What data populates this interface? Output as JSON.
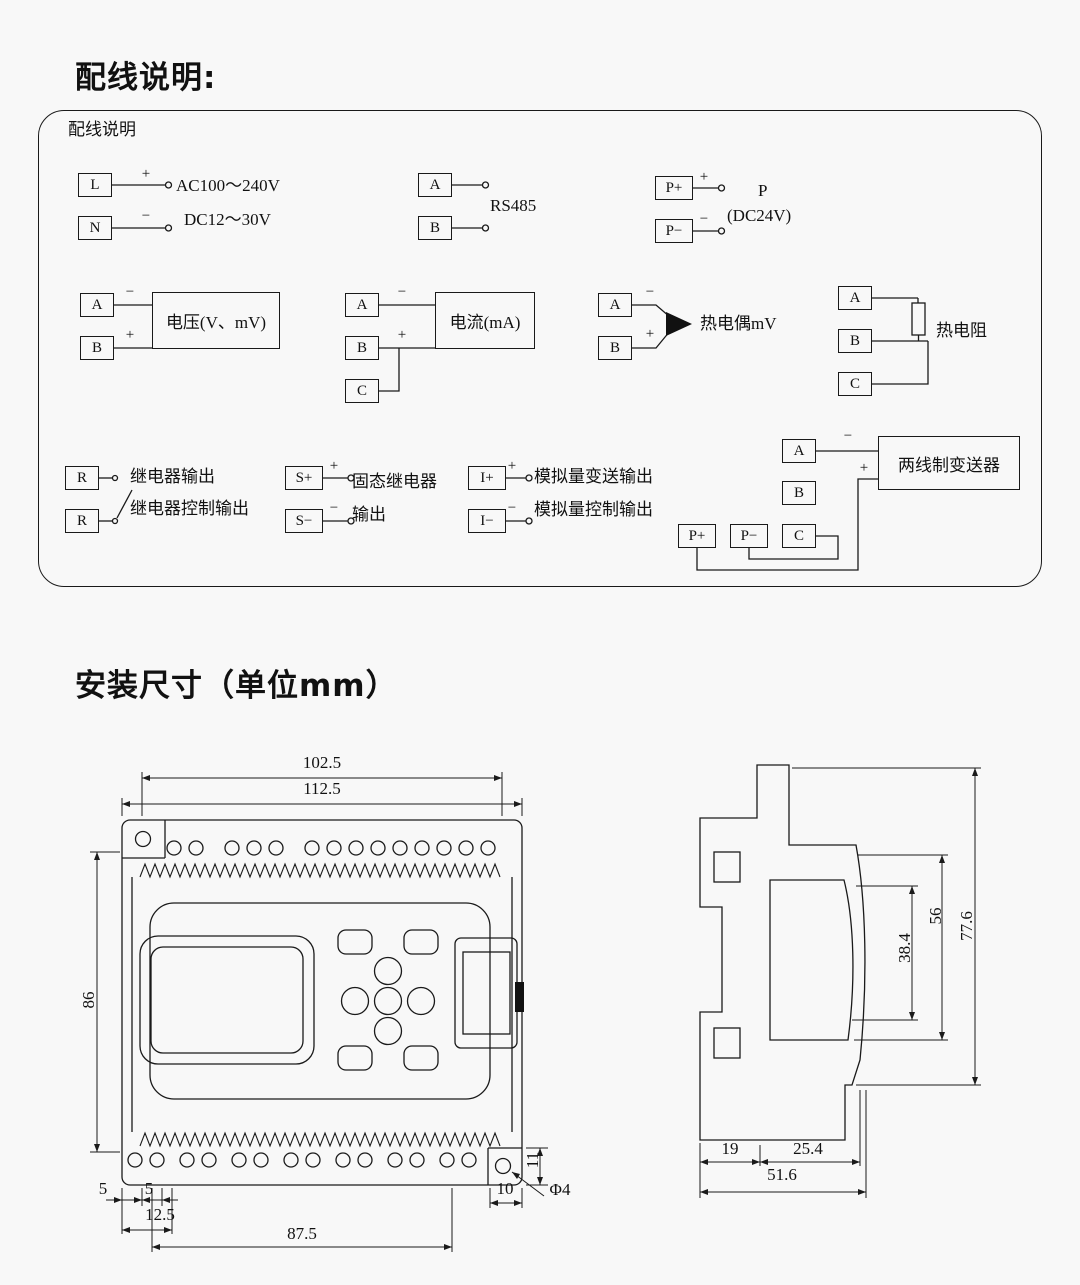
{
  "signs": {
    "plus": "+",
    "minus": "−"
  },
  "titles": {
    "main": "配线说明:",
    "wiring_box": "配线说明",
    "install": "安装尺寸（单位mm）"
  },
  "wiring": {
    "power": {
      "t1": "L",
      "t2": "N",
      "line1": "AC100～240V",
      "line2": "DC12～30V"
    },
    "rs485": {
      "t1": "A",
      "t2": "B",
      "label": "RS485"
    },
    "p24": {
      "t1": "P+",
      "t2": "P−",
      "line1": "P",
      "line2": "(DC24V)"
    },
    "voltage": {
      "t1": "A",
      "t2": "B",
      "label": "电压(V、mV)"
    },
    "current": {
      "t1": "A",
      "t2": "B",
      "t3": "C",
      "label": "电流(mA)"
    },
    "thermocouple": {
      "t1": "A",
      "t2": "B",
      "label": "热电偶mV"
    },
    "rtd": {
      "t1": "A",
      "t2": "B",
      "t3": "C",
      "label": "热电阻"
    },
    "relay": {
      "t1": "R",
      "t2": "R",
      "line1": "继电器输出",
      "line2": "继电器控制输出"
    },
    "ssr": {
      "t1": "S+",
      "t2": "S−",
      "line1": "固态继电器",
      "line2": "输出"
    },
    "analog": {
      "t1": "I+",
      "t2": "I−",
      "line1": "模拟量变送输出",
      "line2": "模拟量控制输出"
    },
    "transmitter": {
      "t1": "A",
      "t2": "B",
      "t3": "C",
      "t4": "P+",
      "t5": "P−",
      "label": "两线制变送器"
    }
  },
  "dimensions": {
    "front": {
      "inner_width": "102.5",
      "outer_width": "112.5",
      "height": "86",
      "edge_left": "5",
      "hole_gap": "5",
      "hole_offset": "12.5",
      "hole_span": "87.5",
      "ear_width": "10",
      "ear_height": "11",
      "hole_dia": "Φ4"
    },
    "side": {
      "panel_depth": "38.4",
      "front_depth": "56",
      "total_height": "77.6",
      "back_depth": "19",
      "mid_depth": "25.4",
      "total_depth": "51.6"
    }
  }
}
